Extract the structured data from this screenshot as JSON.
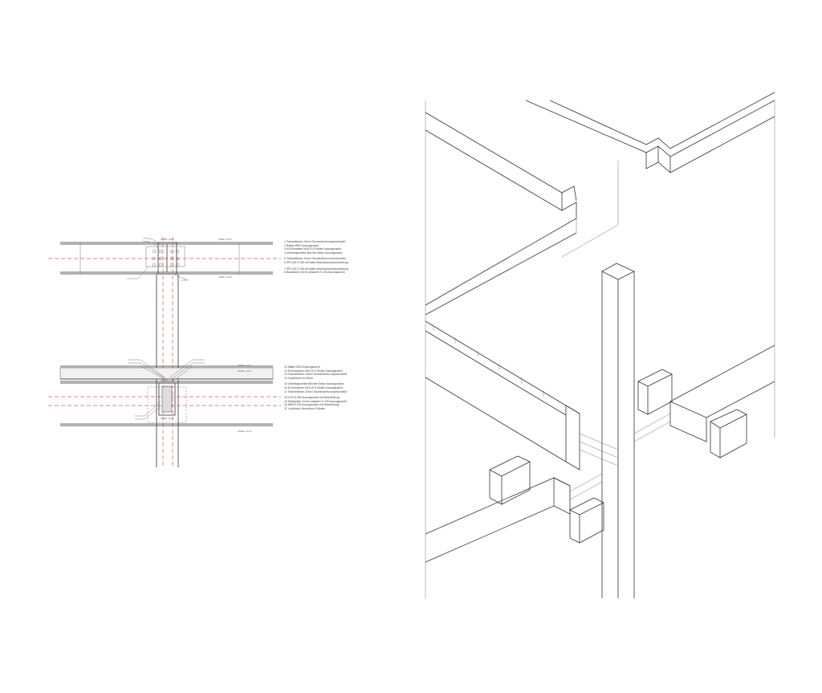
{
  "section_top": {
    "levels": [
      "OKRF +0.07",
      "OKRF +0.07",
      "UKRF +0.07"
    ],
    "legend": [
      "1  Fahrzeitbeton 10mm Sonnenkreisl angeschweißt",
      "2  Blatter IBS2 Auszugsnacht",
      "3  M-Schrauben M16 10.9 Mutter Auszugsnacht",
      "4  Unterlegscheibe Blechen Beton Auszugsnacht",
      "5  Fahrzeitbeton 10mm Sonnenkreisl unterschweißt",
      "6  IPE 240 S 235 mProfilier Brandschutzbeschichtung",
      "7  IPE 240 S 235 mProfilier Brandschutzbeschichtung",
      "8  Baudeckel 10x15 umlaufen S 235 Auszugsnacht"
    ]
  },
  "section_bottom": {
    "levels": [
      "OKRF +4.07",
      "OKRF +4.02",
      "OKRF +4.79",
      "UKRF +4.37",
      "OKRF +4.14"
    ],
    "legend": [
      "11  Blatter IBS2 Auszugsnacht",
      "12  M-Schrauben M16 10.9 Mutter Auszugsnacht",
      "13  Fahrzeitbeton 10mm Sonnenkreisl angeschweißt",
      "14  Kopfbolzen d=19mm",
      "15  Unterlegscheibe Blechen Beton Auszugsnacht",
      "16  M-Schrauben M16 10.9 Mutter Auszugsnacht",
      "17  Fahrzeitbeton 10mm Sonnenkreisl angeschweißt",
      "18  CHS 8 235 Auszugsnacht mit Betonfüllung",
      "19  Stützplatte 10x15 umlaufen S 235 Auszugsnacht",
      "20  HEB 8 235 Auszugsnacht mit Betonfüllung",
      "21  Lochblech Verschluss 5 Mutter"
    ]
  },
  "colors": {
    "axis": "#e0584a",
    "line": "#333333"
  }
}
